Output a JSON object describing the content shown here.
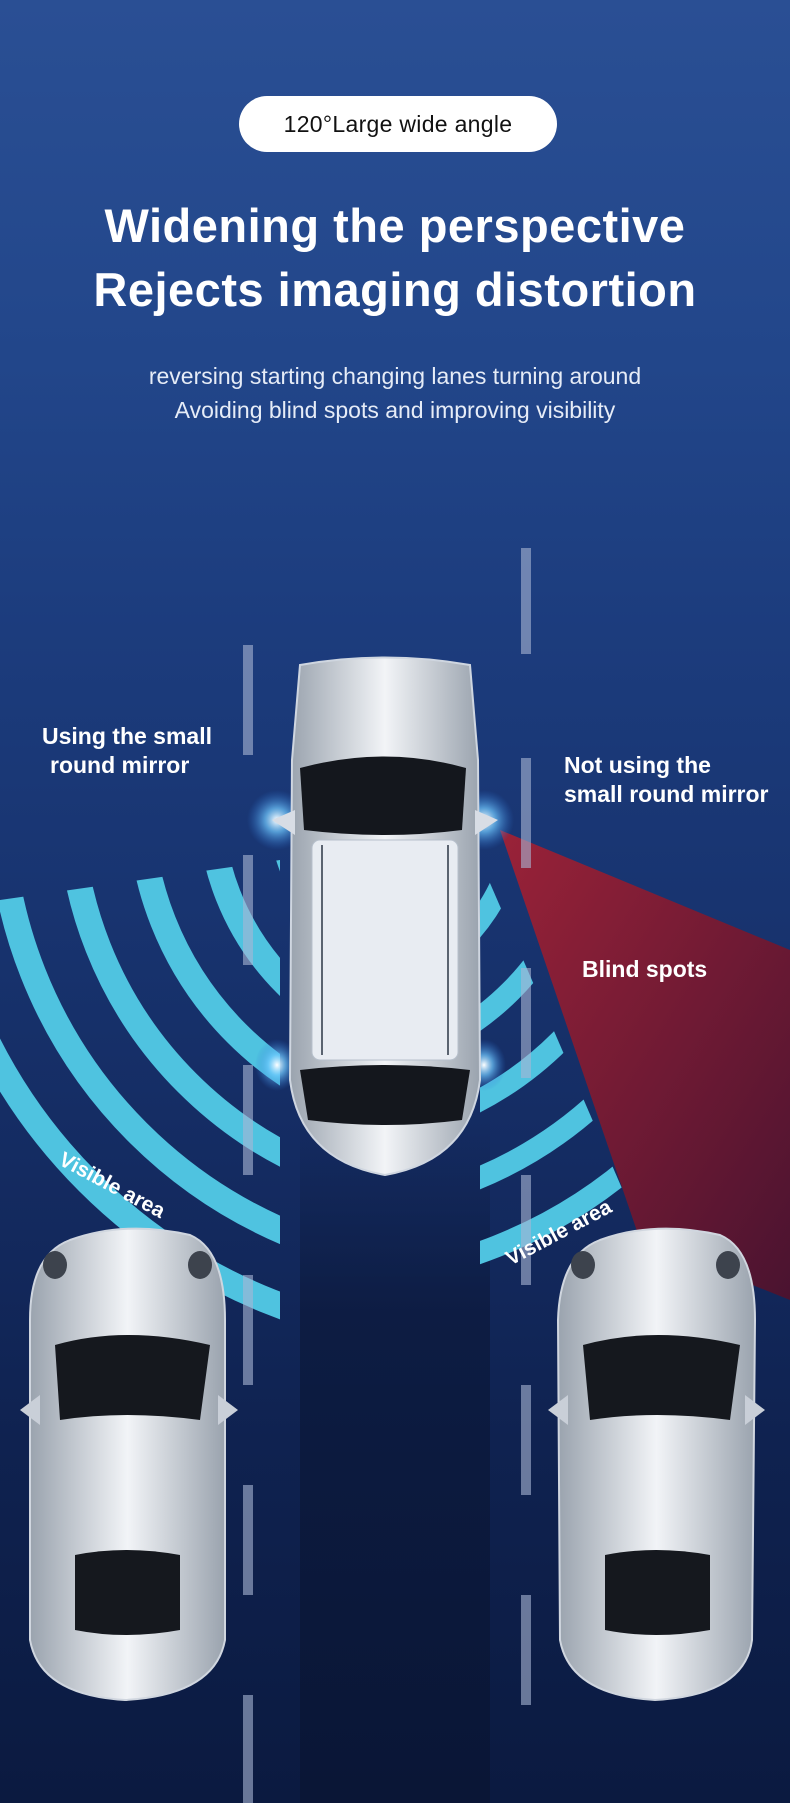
{
  "badge": {
    "label": "120°Large wide angle"
  },
  "headline": {
    "line1": "Widening the perspective",
    "line2": "Rejects imaging distortion"
  },
  "subtitle": {
    "line1": "reversing starting changing lanes turning around",
    "line2": "Avoiding blind spots and improving visibility"
  },
  "labels": {
    "left_line1": "Using the small",
    "left_line2": "round mirror",
    "right_line1": "Not using the",
    "right_line2": "small round mirror",
    "blind_spots": "Blind spots",
    "visible_left": "Visible area",
    "visible_right": "Visible area"
  },
  "colors": {
    "background_top": "#2a4f94",
    "background_bottom": "#0b1a40",
    "visible_arc": "#4fc3e0",
    "blind_spot": "#8b1f35",
    "badge_bg": "#ffffff"
  }
}
